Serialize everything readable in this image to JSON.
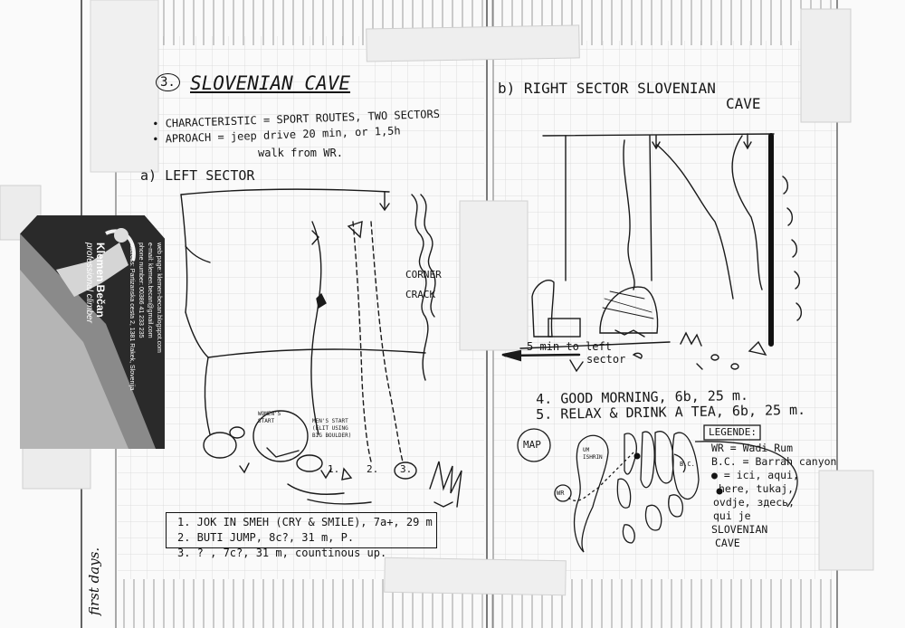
{
  "left_page": {
    "number": "3.",
    "title": "SLOVENIAN CAVE",
    "characteristic": "• CHARACTERISTIC = SPORT ROUTES, TWO SECTORS",
    "approach_line1": "• APROACH = jeep drive 20 min, or 1,5h",
    "approach_line2": "walk from WR.",
    "left_sector": "a) LEFT SECTOR",
    "corner_crack": [
      "CORNER",
      "CRACK"
    ],
    "womens_start": [
      "WOMEN'S",
      "START"
    ],
    "mens_start": [
      "MEN'S START",
      "(ELIT USING",
      "BIG BOULDER)"
    ],
    "route_markers": [
      "1.",
      "2.",
      "3."
    ],
    "routes": [
      "1. JOK IN SMEH (CRY & SMILE), 7a+, 29 m",
      "2. BUTI JUMP, 8c?, 31 m, P.",
      "3. ?              , 7c?, 31 m, countinous up."
    ]
  },
  "business_card": {
    "name": "Klemen Bečan",
    "subtitle": "professional climber",
    "web": "web page: klemen-becan.blogspot.com",
    "email": "e-mail: klemen.becan@gmail.com",
    "phone": "phone number: 00386 41 233 235",
    "address": "address: Partizanska cesta 2, 1381 Rakek, Slovenija"
  },
  "right_page": {
    "title_line1": "b) RIGHT SECTOR SLOVENIAN",
    "title_line2": "CAVE",
    "winter_label": "5 min to left",
    "sector_label": "sector",
    "routes": [
      "4. GOOD MORNING, 6b, 25 m.",
      "5. RELAX & DRINK A TEA, 6b, 25 m."
    ],
    "map_label": "MAP",
    "map_labels": [
      "UM ISHRIN",
      "B.C.",
      "WR"
    ],
    "legend_title": "LEGENDE:",
    "legend": [
      "WR = Wadi Rum",
      "B.C. = Barrah canyon",
      "● = ici, aqui,",
      "here, tukaj,",
      "ovdje, здесь,",
      "qui je",
      "SLOVENIAN",
      "CAVE"
    ]
  },
  "margin_note": "first days."
}
